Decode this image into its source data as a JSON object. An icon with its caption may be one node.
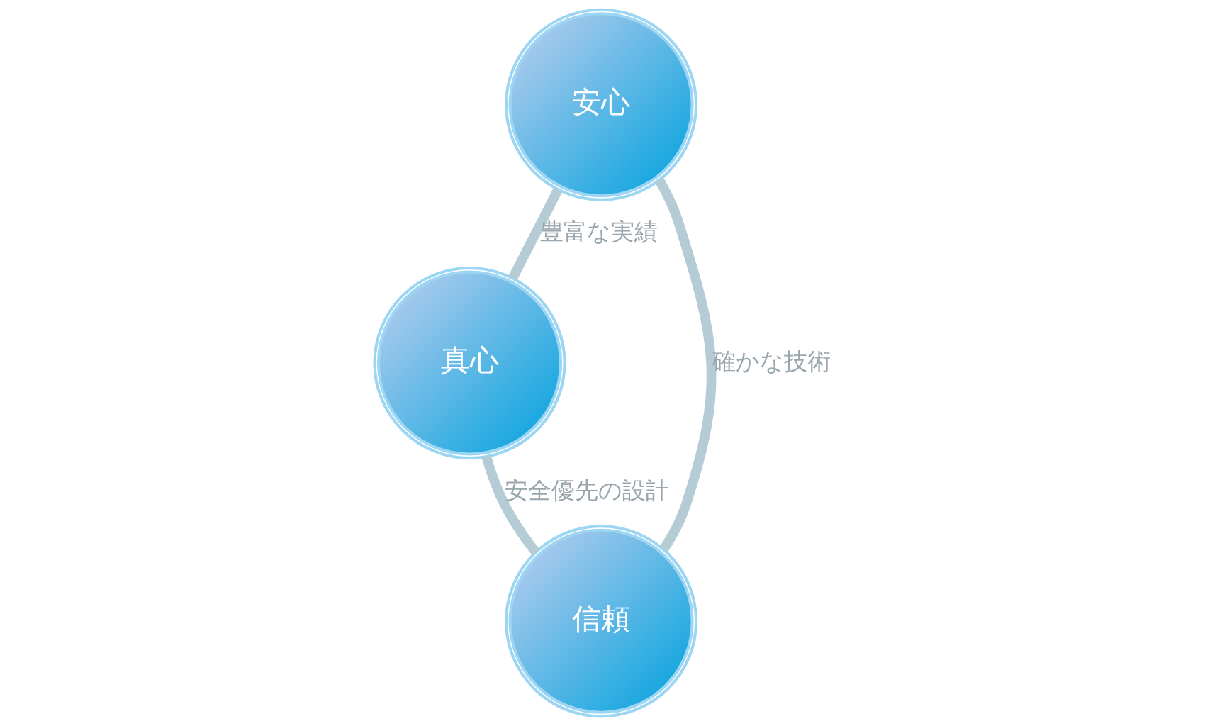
{
  "diagram": {
    "nodes": [
      {
        "text": [
          "安心"
        ]
      },
      {
        "text": [
          "真心"
        ]
      },
      {
        "text": [
          "信頼"
        ]
      }
    ],
    "edges": [
      {
        "from": 0,
        "to": 1,
        "arrow": "none",
        "label": "豊富な実績"
      },
      {
        "from": 1,
        "to": 2,
        "arrow": "none",
        "label": "安全優先の設計"
      },
      {
        "from": 2,
        "to": 0,
        "arrow": "none",
        "label": "確かな技術"
      }
    ]
  }
}
